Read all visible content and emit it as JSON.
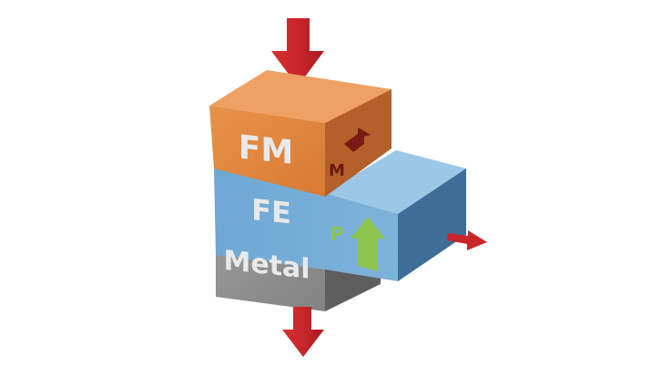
{
  "labels": {
    "fm": "FM",
    "fe": "FE",
    "metal": "Metal",
    "m": "M",
    "p": "P"
  },
  "colors": {
    "fm_front": "#E0873E",
    "fm_top": "#EFA063",
    "fm_side": "#B4602A",
    "fe_front": "#6FA9D4",
    "fe_top": "#9CC8E6",
    "fe_side": "#3E6E98",
    "metal_front": "#8E8E8E",
    "metal_side": "#5E5E5E",
    "arrow_red": "#C8262A",
    "arrow_dark": "#7A1A12",
    "arrow_green": "#8CC44E",
    "label_text": "#E9E9E9",
    "m_text": "#6A1A10",
    "p_text": "#8CC44E"
  }
}
